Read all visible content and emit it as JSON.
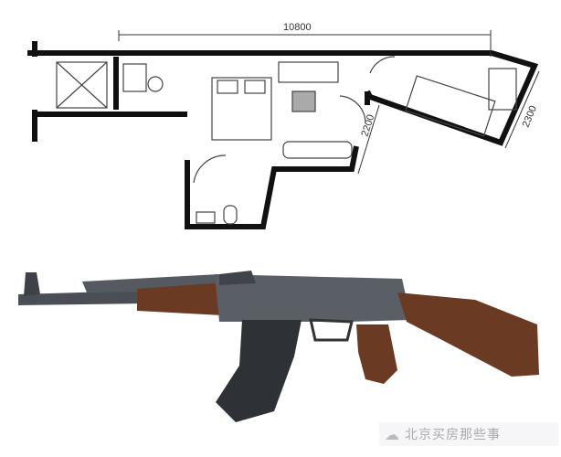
{
  "floor_plan": {
    "dimensions": {
      "overall_length": "10800",
      "side_a": "2200",
      "side_b": "2300"
    }
  },
  "watermark": {
    "icon": "wechat-icon",
    "text": "北京买房那些事"
  },
  "colors": {
    "wall": "#111111",
    "wood": "#6b3a22",
    "metal": "#5a5f66"
  }
}
